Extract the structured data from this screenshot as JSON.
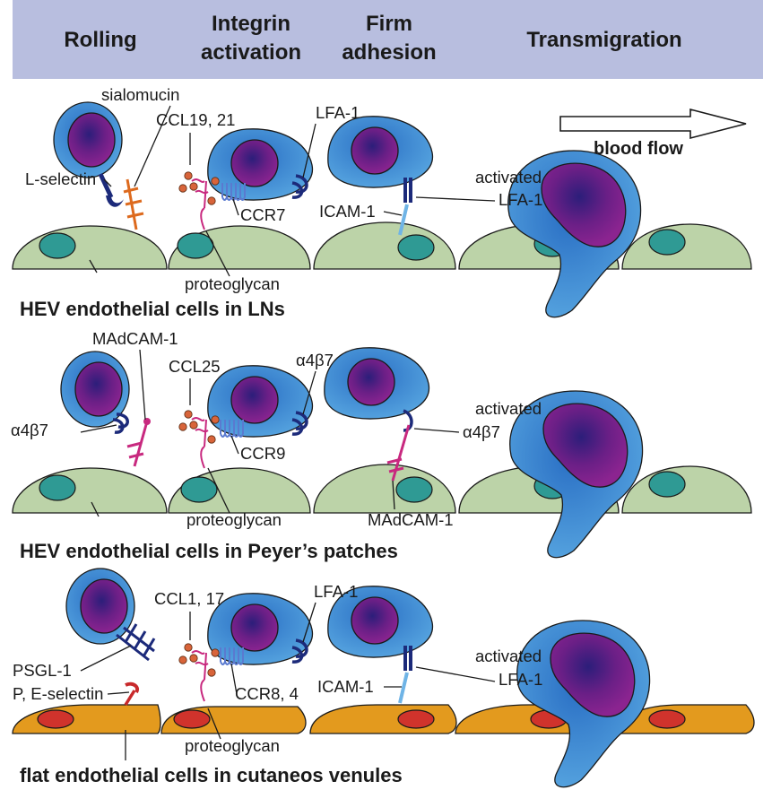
{
  "header": {
    "stages": [
      {
        "lines": [
          "Rolling"
        ]
      },
      {
        "lines": [
          "Integrin",
          "activation"
        ]
      },
      {
        "lines": [
          "Firm",
          "adhesion"
        ]
      },
      {
        "lines": [
          "Transmigration"
        ]
      }
    ]
  },
  "flow_label": "blood flow",
  "panels": [
    {
      "title": "HEV endothelial cells in LNs",
      "labels": {
        "adhesin": "sialomucin",
        "rolling_receptor": "L-selectin",
        "chemokine": "CCL19, 21",
        "chemokine_receptor": "CCR7",
        "integrin": "LFA-1",
        "proteoglycan": "proteoglycan",
        "activated": "activated",
        "activated_integrin": "LFA-1",
        "ligand": "ICAM-1"
      },
      "colors": {
        "endothelium": "#bcd3a8",
        "nucleus": "#2f9a94"
      }
    },
    {
      "title": "HEV endothelial cells in Peyer’s patches",
      "labels": {
        "adhesin": "MAdCAM-1",
        "rolling_receptor": "α4β7",
        "chemokine": "CCL25",
        "chemokine_receptor": "CCR9",
        "integrin": "α4β7",
        "proteoglycan": "proteoglycan",
        "activated": "activated",
        "activated_integrin": "α4β7",
        "ligand": "MAdCAM-1"
      },
      "colors": {
        "endothelium": "#bcd3a8",
        "nucleus": "#2f9a94"
      }
    },
    {
      "title": "flat endothelial cells in cutaneos venules",
      "labels": {
        "adhesin": "PSGL-1",
        "rolling_receptor": "P, E-selectin",
        "chemokine": "CCL1, 17",
        "chemokine_receptor": "CCR8, 4",
        "integrin": "LFA-1",
        "proteoglycan": "proteoglycan",
        "activated": "activated",
        "activated_integrin": "LFA-1",
        "ligand": "ICAM-1"
      },
      "colors": {
        "endothelium": "#e39a1e",
        "nucleus": "#d0332c"
      }
    }
  ],
  "colors": {
    "header_band": "#b8bedf",
    "lymphocyte": "#4f9fdc",
    "lymphocyte_nucleus": "#7a1f86",
    "integrin": "#1c2a7a",
    "proteoglycan": "#c8297f",
    "chemokine": "#d8643a",
    "sialomucin": "#dd6a1e",
    "selectin": "#c8292b",
    "icam": "#6fb4e6"
  }
}
